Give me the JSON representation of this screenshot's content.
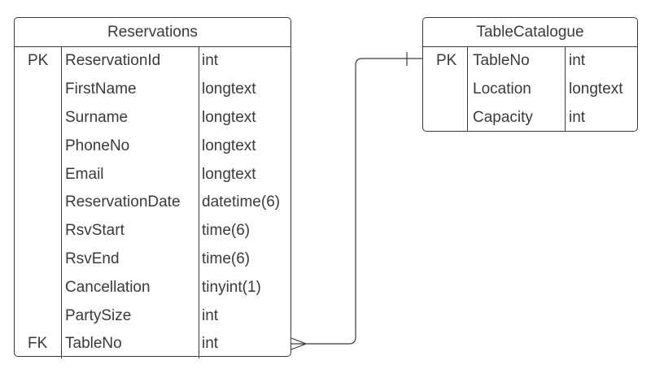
{
  "entities": {
    "reservations": {
      "title": "Reservations",
      "rows": [
        {
          "key": "PK",
          "name": "ReservationId",
          "type": "int"
        },
        {
          "key": "",
          "name": "FirstName",
          "type": "longtext"
        },
        {
          "key": "",
          "name": "Surname",
          "type": "longtext"
        },
        {
          "key": "",
          "name": "PhoneNo",
          "type": "longtext"
        },
        {
          "key": "",
          "name": "Email",
          "type": "longtext"
        },
        {
          "key": "",
          "name": "ReservationDate",
          "type": "datetime(6)"
        },
        {
          "key": "",
          "name": "RsvStart",
          "type": "time(6)"
        },
        {
          "key": "",
          "name": "RsvEnd",
          "type": "time(6)"
        },
        {
          "key": "",
          "name": "Cancellation",
          "type": "tinyint(1)"
        },
        {
          "key": "",
          "name": "PartySize",
          "type": "int"
        },
        {
          "key": "FK",
          "name": "TableNo",
          "type": "int"
        }
      ]
    },
    "table_catalogue": {
      "title": "TableCatalogue",
      "rows": [
        {
          "key": "PK",
          "name": "TableNo",
          "type": "int"
        },
        {
          "key": "",
          "name": "Location",
          "type": "longtext"
        },
        {
          "key": "",
          "name": "Capacity",
          "type": "int"
        }
      ]
    }
  },
  "relationship": {
    "from_cardinality": "many",
    "to_cardinality": "one"
  },
  "colors": {
    "line": "#3a3a3a",
    "background": "#ffffff"
  }
}
